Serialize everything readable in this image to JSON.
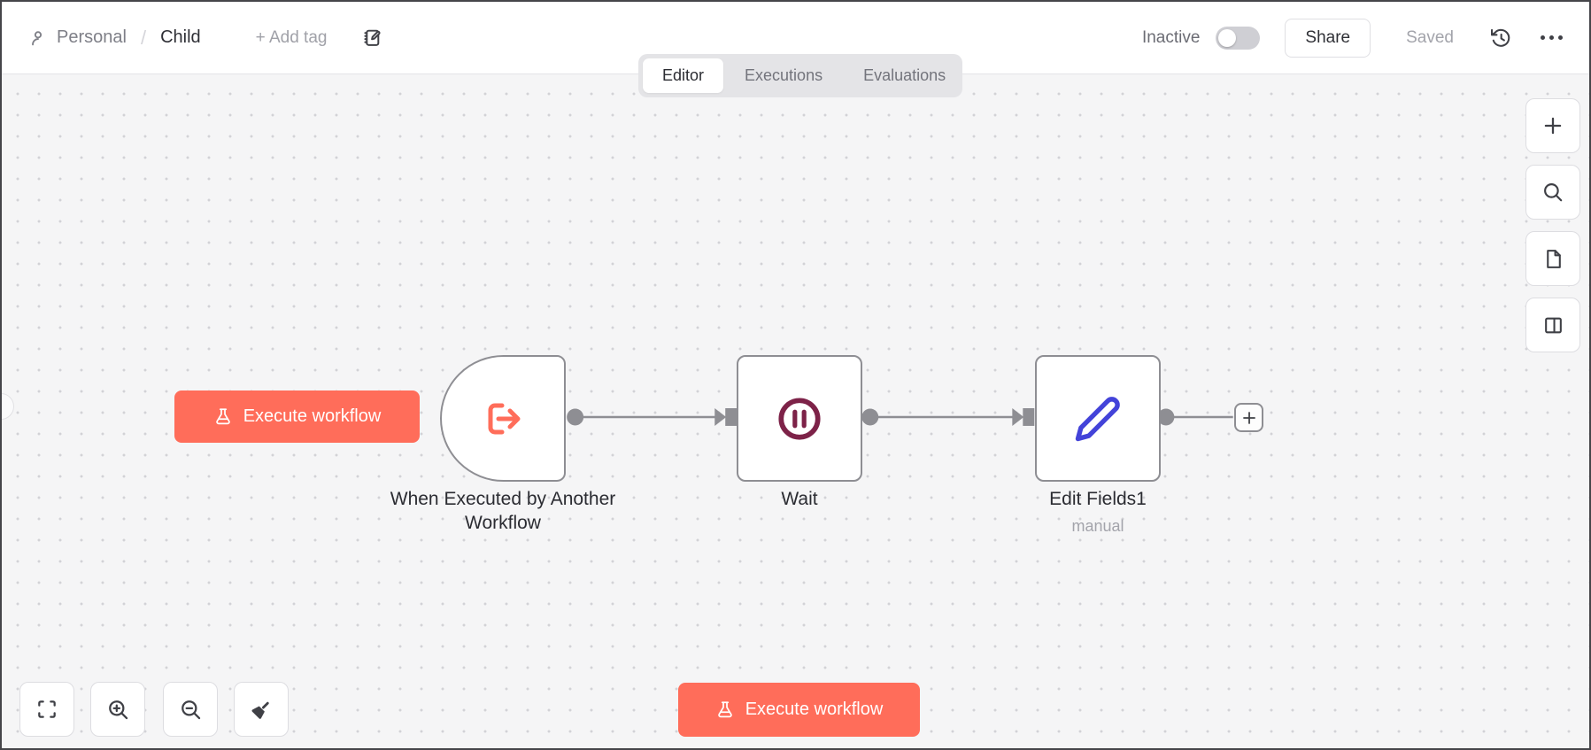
{
  "header": {
    "project_name": "Personal",
    "separator": "/",
    "workflow_title": "Child",
    "add_tag": "+ Add tag",
    "activation_status": "Inactive",
    "share": "Share",
    "save_status": "Saved"
  },
  "tabs": [
    {
      "label": "Editor",
      "active": true
    },
    {
      "label": "Executions",
      "active": false
    },
    {
      "label": "Evaluations",
      "active": false
    }
  ],
  "canvas": {
    "execute_button": "Execute workflow",
    "nodes": [
      {
        "name": "When Executed by Another Workflow",
        "type": "execute-workflow-trigger"
      },
      {
        "name": "Wait",
        "type": "wait"
      },
      {
        "name": "Edit Fields1",
        "subtitle": "manual",
        "type": "set"
      }
    ],
    "plus_label": "+"
  },
  "icons": {
    "user-icon": "person outline",
    "notebook-edit-icon": "journal with pencil",
    "toggle": "switch off",
    "history-icon": "clock with ccw arrow",
    "more-icon": "ellipsis",
    "flask-icon": "beaker",
    "workflow-input-icon": "bracket arrow right",
    "pause-circle-icon": "circled pause",
    "pen-icon": "pen",
    "plus-icon": "+",
    "search-icon": "magnifier",
    "file-icon": "document",
    "panel-icon": "split panel",
    "fit-view-icon": "corner brackets",
    "zoom-in-icon": "magnifier plus",
    "zoom-out-icon": "magnifier minus",
    "tidy-up-icon": "broom"
  },
  "colors": {
    "primary": "#ff6d5a",
    "trigger_icon": "#ff6d5a",
    "wait_icon": "#7d2248",
    "edit_icon": "#4343d9",
    "node_border": "#8e8e93",
    "canvas_bg": "#f5f5f6",
    "tab_bar_bg": "#e4e4e7"
  }
}
